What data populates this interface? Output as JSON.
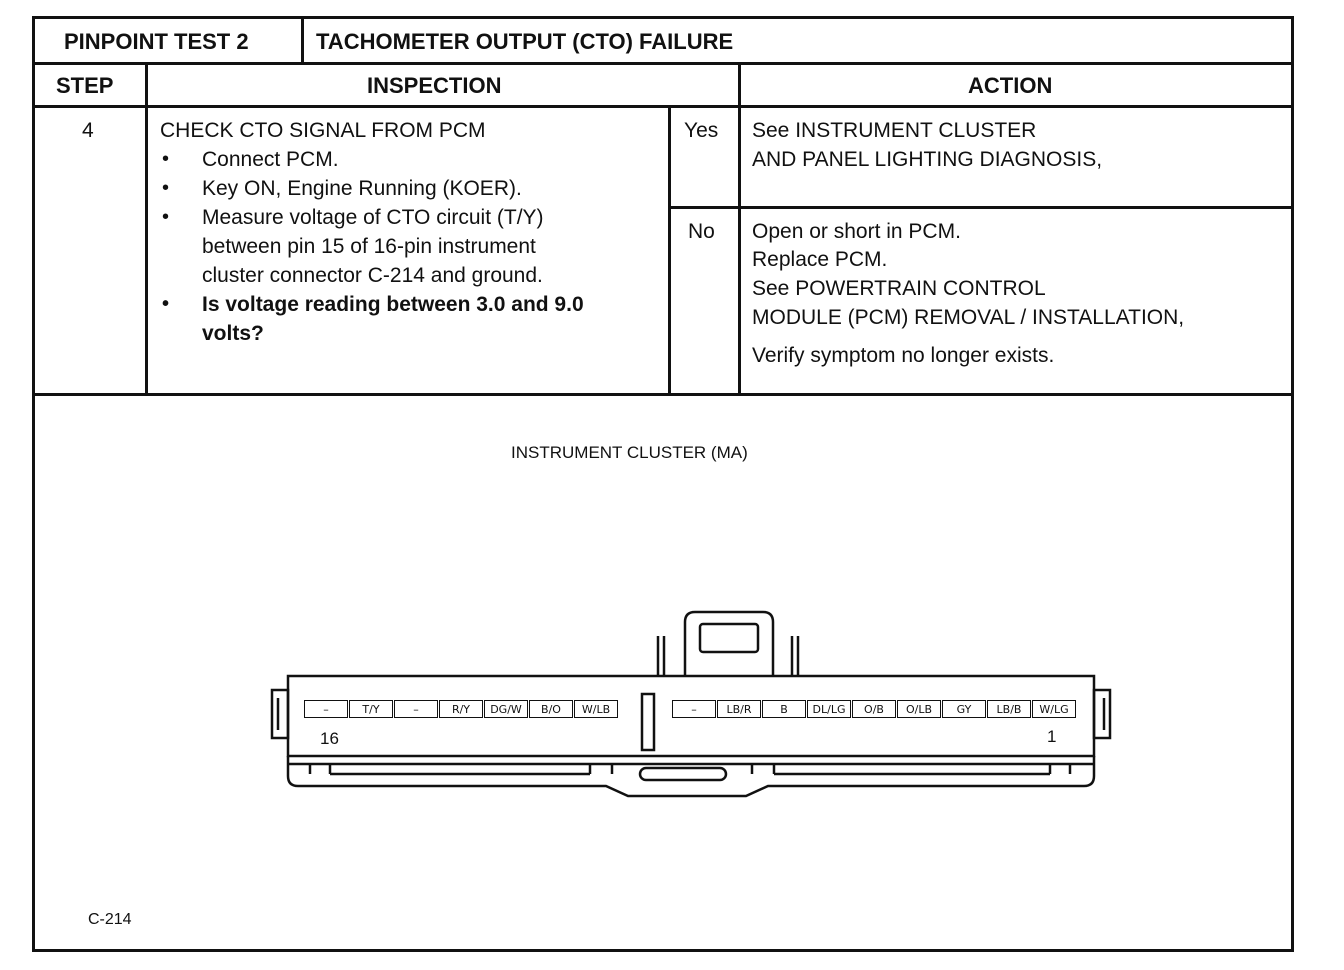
{
  "header": {
    "pinpoint": "PINPOINT TEST 2",
    "title": "TACHOMETER OUTPUT (CTO) FAILURE"
  },
  "columns": {
    "step": "STEP",
    "inspection": "INSPECTION",
    "action": "ACTION"
  },
  "row": {
    "step_number": "4",
    "check_title": "CHECK CTO SIGNAL FROM PCM",
    "bullets": [
      "Connect PCM.",
      "Key ON, Engine Running (KOER).",
      "Measure voltage of CTO circuit (T/Y)\nbetween pin 15 of 16-pin instrument\ncluster connector C-214 and ground.",
      "Is voltage reading between 3.0 and 9.0\nvolts?"
    ],
    "yes_label": "Yes",
    "yes_action_1": "See INSTRUMENT CLUSTER",
    "yes_action_2": "AND PANEL LIGHTING DIAGNOSIS,",
    "no_label": "No",
    "no_action_1": "Open or short in PCM.",
    "no_action_2": "Replace PCM.",
    "no_action_3": "See POWERTRAIN CONTROL",
    "no_action_4": "MODULE (PCM) REMOVAL / INSTALLATION,",
    "no_action_5": "Verify symptom no longer exists."
  },
  "diagram": {
    "title": "INSTRUMENT CLUSTER (MA)",
    "connector_id": "C-214",
    "pin_left_number": "16",
    "pin_right_number": "1",
    "left_pins": [
      "–",
      "T/Y",
      "–",
      "R/Y",
      "DG/W",
      "B/O",
      "W/LB"
    ],
    "right_pins": [
      "–",
      "LB/R",
      "B",
      "DL/LG",
      "O/B",
      "O/LB",
      "GY",
      "LB/B",
      "W/LG"
    ]
  }
}
